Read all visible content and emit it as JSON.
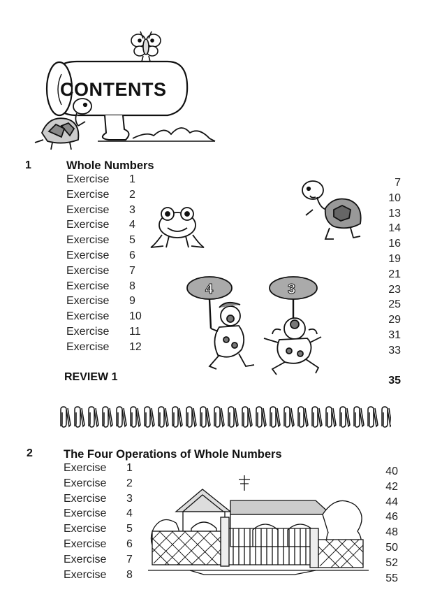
{
  "header": {
    "title": "CONTENTS"
  },
  "chapters": [
    {
      "number": "1",
      "title": "Whole Numbers",
      "exercise_word": "Exercise",
      "exercises": [
        {
          "n": "1",
          "page": "7"
        },
        {
          "n": "2",
          "page": "10"
        },
        {
          "n": "3",
          "page": "13"
        },
        {
          "n": "4",
          "page": "14"
        },
        {
          "n": "5",
          "page": "16"
        },
        {
          "n": "6",
          "page": "19"
        },
        {
          "n": "7",
          "page": "21"
        },
        {
          "n": "8",
          "page": "23"
        },
        {
          "n": "9",
          "page": "25"
        },
        {
          "n": "10",
          "page": "29"
        },
        {
          "n": "11",
          "page": "31"
        },
        {
          "n": "12",
          "page": "33"
        }
      ],
      "review": {
        "label": "REVIEW 1",
        "page": "35"
      }
    },
    {
      "number": "2",
      "title": "The Four Operations of Whole Numbers",
      "exercise_word": "Exercise",
      "exercises": [
        {
          "n": "1",
          "page": "40"
        },
        {
          "n": "2",
          "page": "42"
        },
        {
          "n": "3",
          "page": "44"
        },
        {
          "n": "4",
          "page": "46"
        },
        {
          "n": "5",
          "page": "48"
        },
        {
          "n": "6",
          "page": "50"
        },
        {
          "n": "7",
          "page": "52"
        },
        {
          "n": "8",
          "page": "55"
        }
      ]
    }
  ],
  "illustrations": {
    "clown_signs": [
      "4",
      "3"
    ]
  },
  "icons": [
    "butterfly-icon",
    "turtle-icon",
    "frog-icon",
    "clown-icon",
    "paperclip-icon",
    "house-icon"
  ],
  "colors": {
    "ink": "#111111",
    "paper": "#ffffff"
  }
}
